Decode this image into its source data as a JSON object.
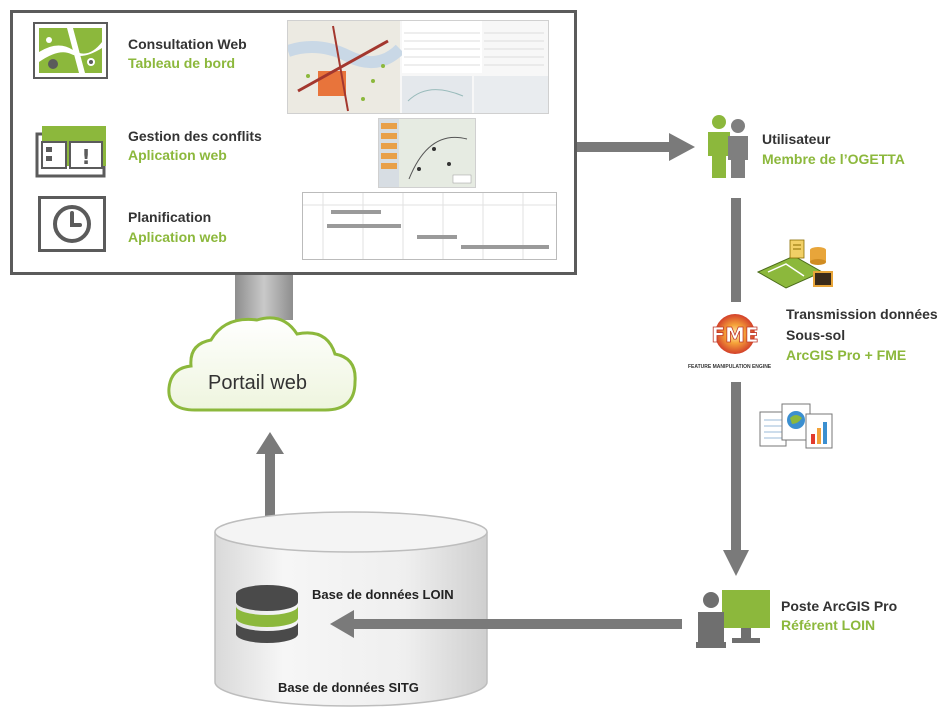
{
  "apps": [
    {
      "title": "Consultation Web",
      "subtitle": "Tableau de bord",
      "icon": "map-icon"
    },
    {
      "title": "Gestion des conflits",
      "subtitle": "Aplication web",
      "icon": "alert-board-icon"
    },
    {
      "title": "Planification",
      "subtitle": "Aplication web",
      "icon": "clock-icon"
    }
  ],
  "user": {
    "title": "Utilisateur",
    "subtitle": "Membre de l’OGETTA",
    "icon": "users-icon"
  },
  "transmission": {
    "line1": "Transmission données",
    "line2": "Sous-sol",
    "subtitle": "ArcGIS Pro + FME",
    "fme_caption": "FEATURE MANIPULATION ENGINE",
    "fme_logo": "FME"
  },
  "poste": {
    "title": "Poste ArcGIS Pro",
    "subtitle": "Référent LOIN",
    "icon": "workstation-icon"
  },
  "portal": {
    "label": "Portail web"
  },
  "database": {
    "inner_label": "Base de données LOIN",
    "outer_label": "Base de données SITG"
  },
  "colors": {
    "green": "#8cb83c",
    "gray": "#7a7a7a",
    "dark": "#333333"
  }
}
